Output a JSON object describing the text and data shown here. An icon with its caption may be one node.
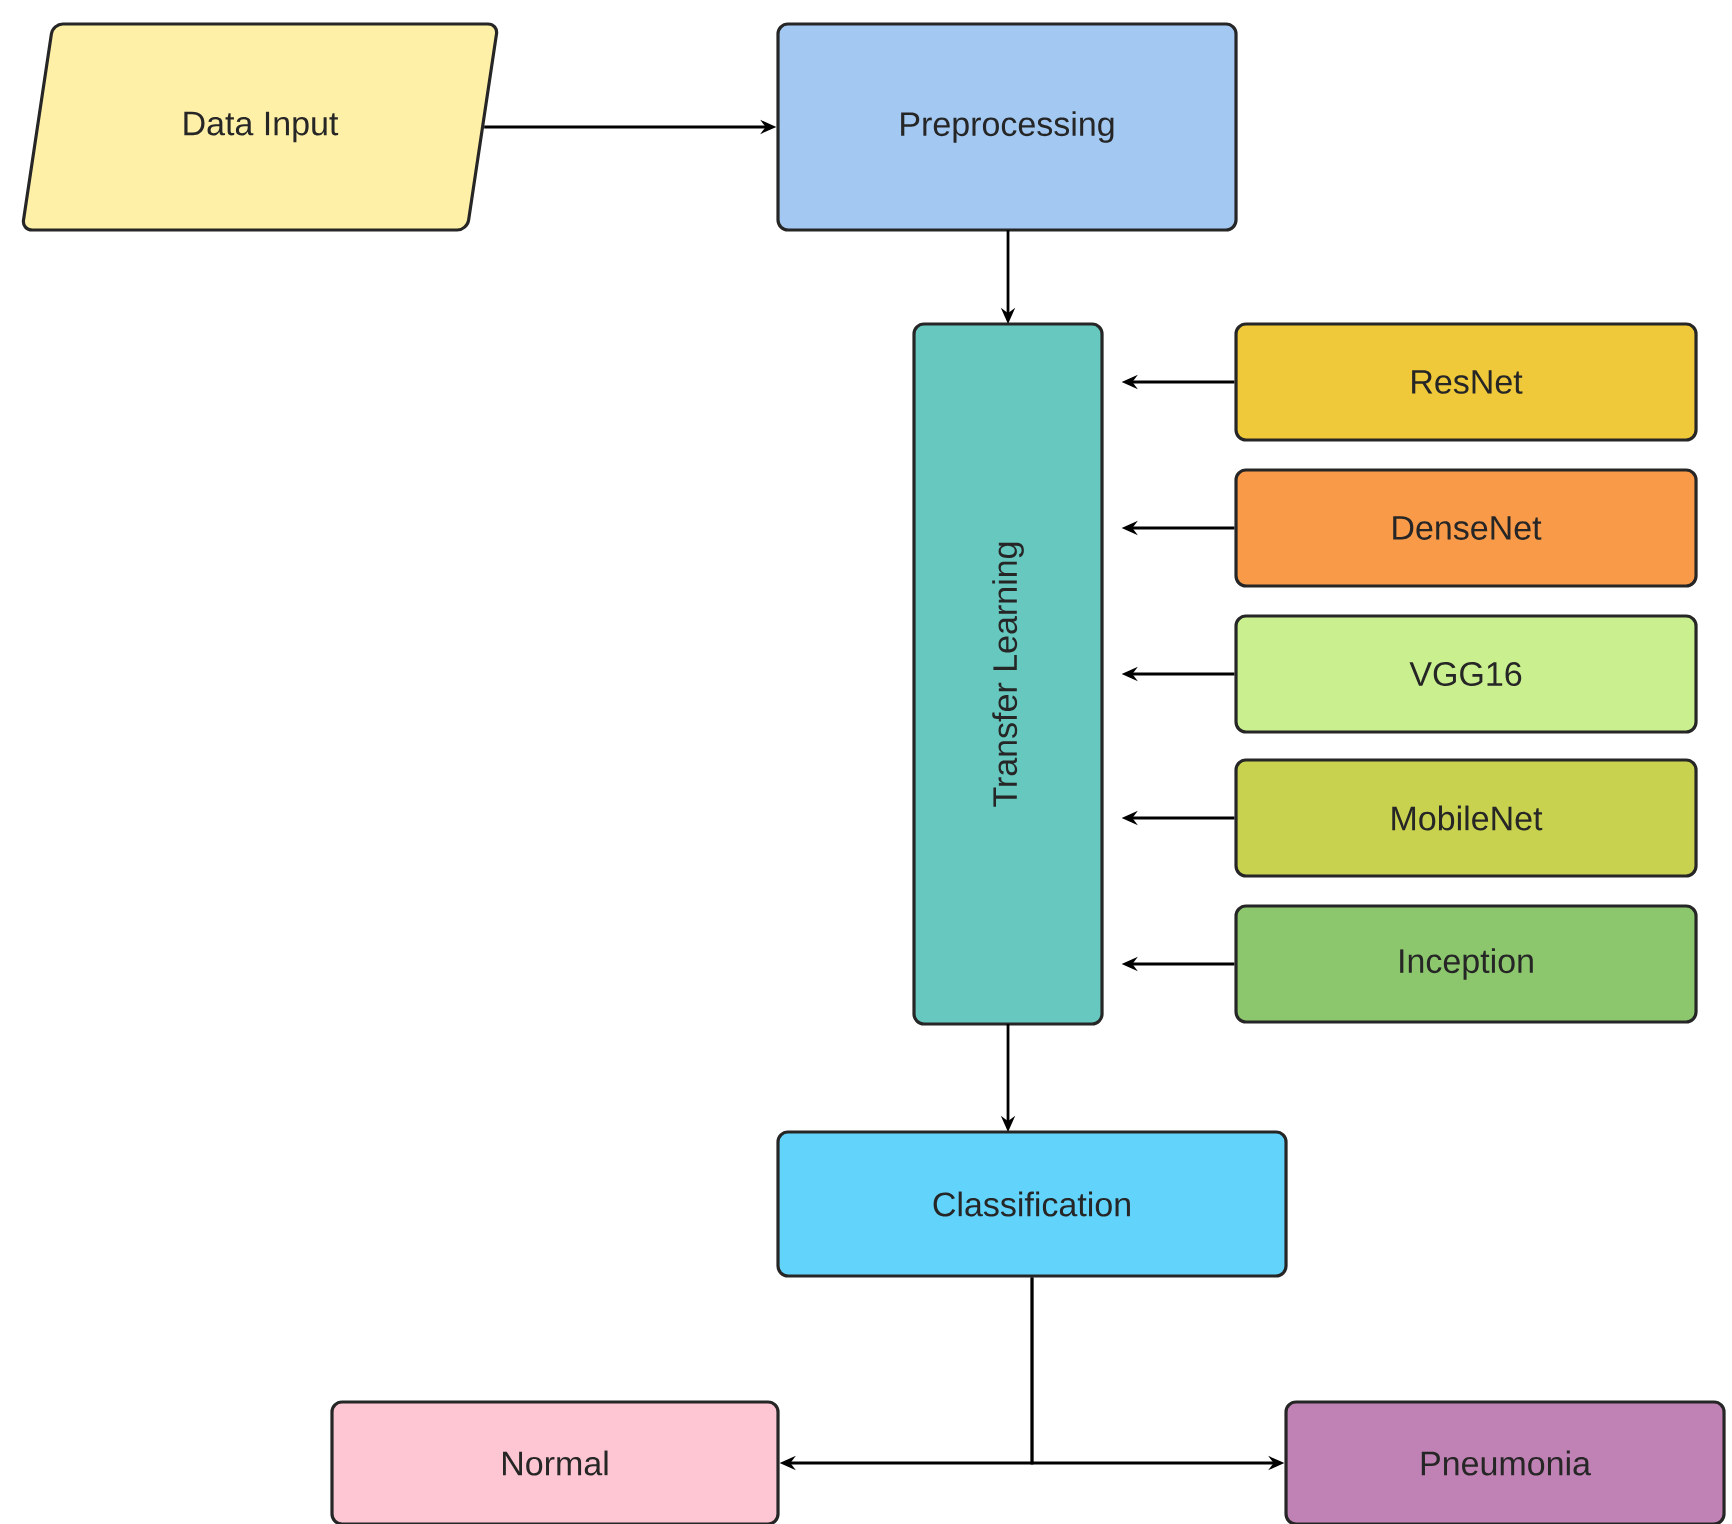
{
  "diagram": {
    "nodes": [
      {
        "text": [
          "Data Input"
        ]
      },
      {
        "text": [
          "Preprocessing"
        ]
      },
      {
        "text": [
          "Transfer Learning"
        ]
      },
      {
        "text": [
          "ResNet"
        ]
      },
      {
        "text": [
          "DenseNet"
        ]
      },
      {
        "text": [
          "VGG16"
        ]
      },
      {
        "text": [
          "MobileNet"
        ]
      },
      {
        "text": [
          "Inception"
        ]
      },
      {
        "text": [
          "Classification"
        ]
      },
      {
        "text": [
          "Normal"
        ]
      },
      {
        "text": [
          "Pneumonia"
        ]
      }
    ],
    "edges": [
      {
        "from": 0,
        "to": 1,
        "arrow": "to"
      },
      {
        "from": 1,
        "to": 2,
        "arrow": "to"
      },
      {
        "from": 3,
        "to": 2,
        "arrow": "to"
      },
      {
        "from": 4,
        "to": 2,
        "arrow": "to"
      },
      {
        "from": 5,
        "to": 2,
        "arrow": "to"
      },
      {
        "from": 6,
        "to": 2,
        "arrow": "to"
      },
      {
        "from": 7,
        "to": 2,
        "arrow": "to"
      },
      {
        "from": 2,
        "to": 8,
        "arrow": "to"
      },
      {
        "from": 8,
        "to": 9,
        "arrow": "to"
      },
      {
        "from": 8,
        "to": 10,
        "arrow": "to"
      }
    ]
  }
}
